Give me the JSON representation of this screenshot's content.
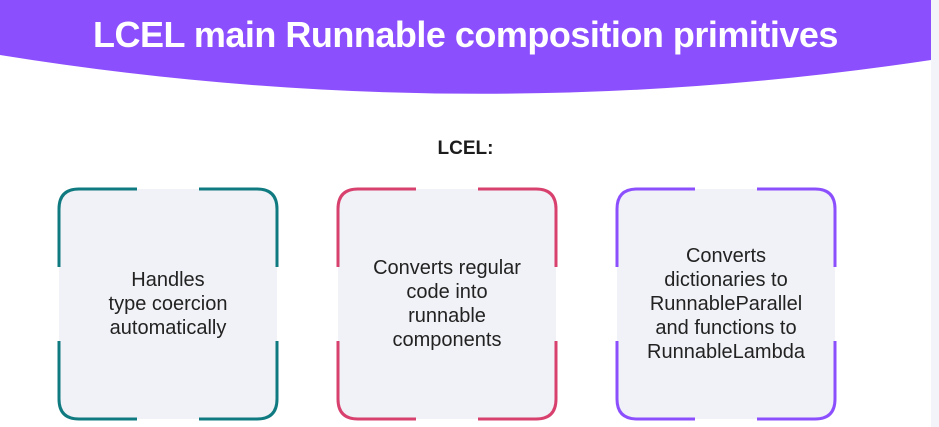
{
  "header": {
    "title": "LCEL main Runnable composition primitives",
    "color": "#8c4ffe"
  },
  "section_label": "LCEL:",
  "cards": [
    {
      "text": "Handles\ntype coercion\nautomatically",
      "color": "#0f7a80"
    },
    {
      "text": "Converts regular\ncode into\nrunnable\ncomponents",
      "color": "#d8406e"
    },
    {
      "text": "Converts\ndictionaries to\nRunnableParallel\nand functions to\nRunnableLambda",
      "color": "#8c4ffe"
    }
  ]
}
